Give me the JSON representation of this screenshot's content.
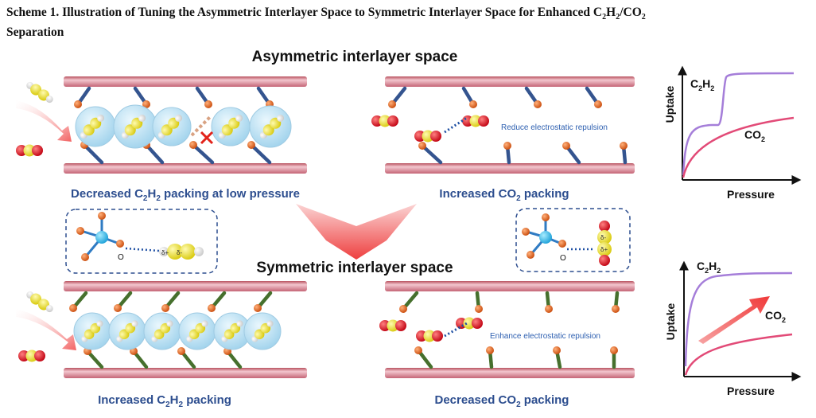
{
  "caption": {
    "prefix": "Scheme 1.",
    "text_a": " Illustration of Tuning the Asymmetric Interlayer Space to Symmetric Interlayer Space for Enhanced C",
    "sub_a": "2",
    "text_b": "H",
    "sub_b": "2",
    "text_c": "/CO",
    "sub_c": "2",
    "text_d": " Separation"
  },
  "sections": {
    "top_title": "Asymmetric interlayer space",
    "bottom_title": "Symmetric interlayer space"
  },
  "panels": {
    "top_left": {
      "label_a": "Decreased C",
      "sub_a": "2",
      "label_b": "H",
      "sub_b": "2",
      "label_c": " packing at low pressure"
    },
    "top_right": {
      "label_a": "Increased CO",
      "sub_a": "2",
      "label_b": " packing",
      "note": "Reduce electrostatic repulsion"
    },
    "bottom_left": {
      "label_a": "Increased C",
      "sub_a": "2",
      "label_b": "H",
      "sub_b": "2",
      "label_c": " packing"
    },
    "bottom_right": {
      "label_a": "Decreased CO",
      "sub_a": "2",
      "label_b": " packing",
      "note": "Enhance electrostatic repulsion"
    }
  },
  "insets": {
    "left": {
      "o_label": "O",
      "delta1": "δ+",
      "delta2": "δ-"
    },
    "right": {
      "o_label": "O",
      "delta1": "δ-",
      "delta2": "δ+"
    }
  },
  "charts": [
    {
      "type": "line",
      "xlabel": "Pressure",
      "ylabel": "Uptake",
      "series": [
        {
          "name": "C₂H₂",
          "name_a": "C",
          "sub_a": "2",
          "name_b": "H",
          "sub_b": "2",
          "color": "#a57ed9",
          "shape": "step"
        },
        {
          "name": "CO₂",
          "name_a": "CO",
          "sub_a": "2",
          "color": "#e24a77",
          "shape": "saturating"
        }
      ]
    },
    {
      "type": "line",
      "xlabel": "Pressure",
      "ylabel": "Uptake",
      "series": [
        {
          "name": "C₂H₂",
          "name_a": "C",
          "sub_a": "2",
          "name_b": "H",
          "sub_b": "2",
          "color": "#a57ed9",
          "shape": "steep"
        },
        {
          "name": "CO₂",
          "name_a": "CO",
          "sub_a": "2",
          "color": "#e24a77",
          "shape": "saturating"
        }
      ]
    }
  ],
  "colors": {
    "text_blue": "#2d4e8f",
    "layer": "#e8aab8",
    "pillar_top": "#34548f",
    "pillar_bottom": "#46702d",
    "oxygen": "#e8651e",
    "co2_o": "#e0161e",
    "c2h2": "#f2ea1f",
    "bubble": "#bfe4f5",
    "arrow": "#f04a47"
  }
}
